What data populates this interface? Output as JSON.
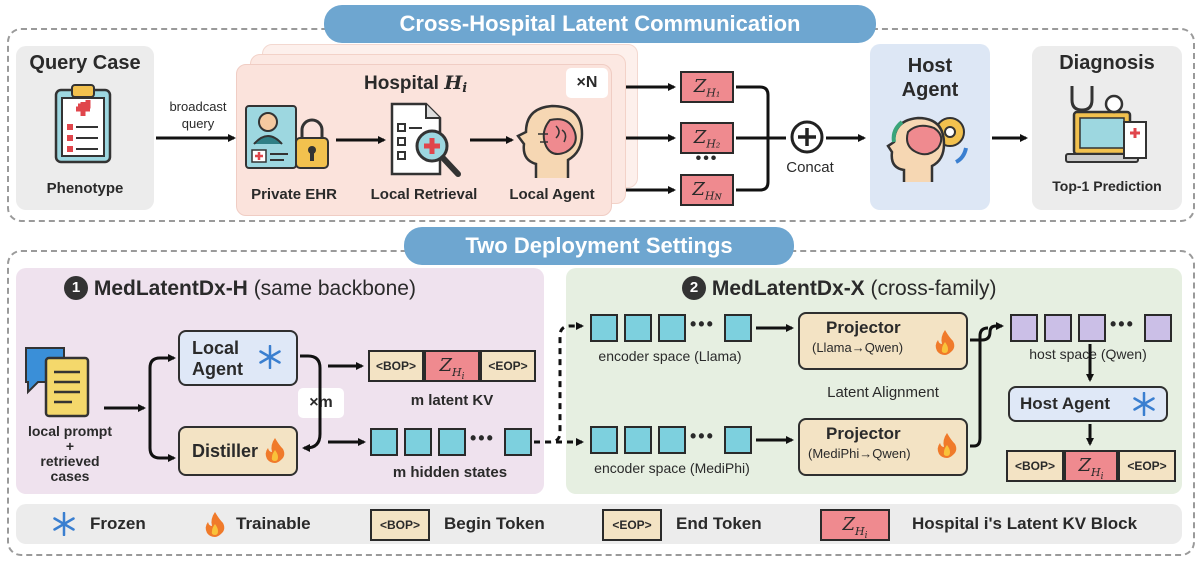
{
  "top_title": "Cross-Hospital Latent Communication",
  "query_case": {
    "title": "Query Case",
    "caption": "Phenotype"
  },
  "broadcast": {
    "line1": "broadcast",
    "line2": "query"
  },
  "hospital": {
    "title": "Hospital ",
    "title_sub": "H",
    "title_sub_i": "i",
    "multiplier": "×N",
    "private_ehr": "Private EHR",
    "local_retrieval": "Local Retrieval",
    "local_agent": "Local Agent"
  },
  "latents": {
    "z1": "Z",
    "s1": "H₁",
    "z2": "Z",
    "s2": "H₂",
    "zn": "Z",
    "sn": "Hɴ",
    "dots": "•••"
  },
  "concat": "Concat",
  "host_agent": {
    "line1": "Host",
    "line2": "Agent"
  },
  "diagnosis": {
    "title": "Diagnosis",
    "caption": "Top-1 Prediction"
  },
  "second_title": "Two Deployment Settings",
  "setting_h": {
    "num": "1",
    "name": "MedLatentDx-H",
    "desc": " (same backbone)",
    "input_label_1": "local prompt",
    "input_label_2": "+",
    "input_label_3": "retrieved",
    "input_label_4": "cases",
    "local_agent_1": "Local",
    "local_agent_2": "Agent",
    "distiller": "Distiller",
    "times_m": "×m",
    "bop": "<BOP>",
    "eop": "<EOP>",
    "z": "Z",
    "z_sub": "H",
    "z_sub_i": "i",
    "kv_caption": "m latent KV",
    "hidden_caption": "m hidden states"
  },
  "setting_x": {
    "num": "2",
    "name": "MedLatentDx-X",
    "desc": " (cross-family)",
    "enc_llama": "encoder space (Llama)",
    "enc_mediphi": "encoder space (MediPhi)",
    "proj_title": "Projector",
    "proj_llama": "(Llama→Qwen)",
    "proj_mediphi": "(MediPhi→Qwen)",
    "latent_alignment": "Latent Alignment",
    "host_space": "host space (Qwen)",
    "host_agent": "Host Agent",
    "bop": "<BOP>",
    "eop": "<EOP>",
    "z": "Z",
    "z_sub": "H",
    "z_sub_i": "i"
  },
  "legend": {
    "frozen": "Frozen",
    "trainable": "Trainable",
    "bop": "<BOP>",
    "begin": "Begin Token",
    "eop": "<EOP>",
    "end": "End Token",
    "z": "Z",
    "z_sub": "H",
    "z_sub_i": "i",
    "kv_block": "Hospital i's Latent KV Block"
  },
  "icons": [
    "clipboard-icon",
    "ehr-lock-icon",
    "retrieval-icon",
    "brain-head-icon",
    "host-brain-icon",
    "diagnosis-laptop-icon",
    "chat-docs-icon",
    "snowflake-icon",
    "flame-icon",
    "plus-circle-icon"
  ],
  "colors": {
    "pill": "#6ea6d0",
    "hospital_bg": "#fbe3dc",
    "host_bg": "#dde7f5",
    "setting_h_bg": "#efe2ee",
    "setting_x_bg": "#e6efe1",
    "cyan_token": "#7dd0de",
    "purple_token": "#cbbfe7",
    "z_token": "#ef8a8f",
    "special_token": "#f3e3c4"
  }
}
